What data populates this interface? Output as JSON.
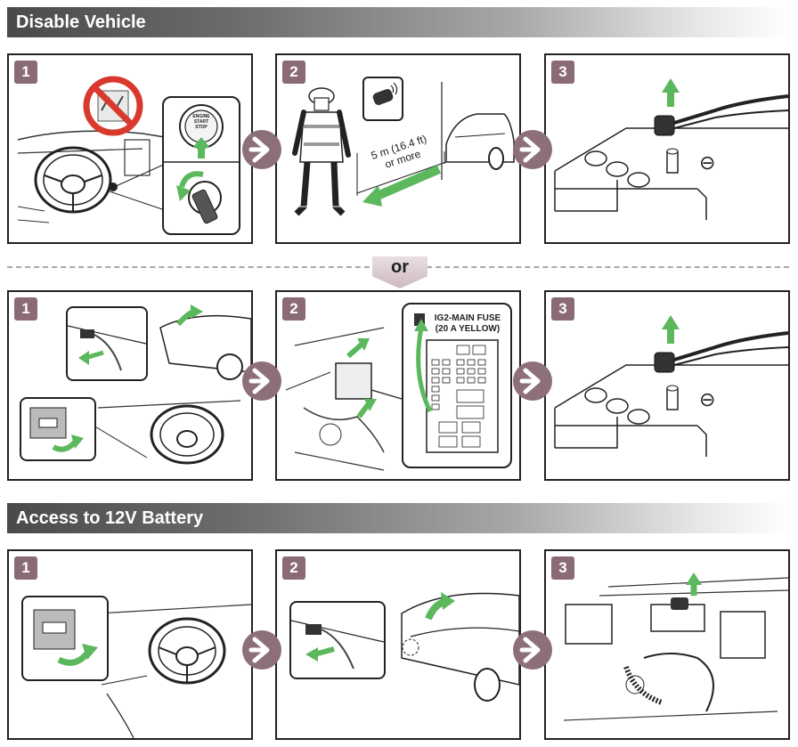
{
  "sections": {
    "disable_vehicle": {
      "title": "Disable Vehicle"
    },
    "access_battery": {
      "title": "Access to 12V Battery"
    }
  },
  "separator": {
    "label": "or"
  },
  "row1": {
    "step1": {
      "number": "1",
      "button_text_line1": "ENGINE",
      "button_text_line2": "START",
      "button_text_line3": "STOP"
    },
    "step2": {
      "number": "2",
      "distance_line1": "5 m (16.4 ft)",
      "distance_line2": "or more"
    },
    "step3": {
      "number": "3",
      "terminal_symbol": "⊖"
    }
  },
  "row2": {
    "step1": {
      "number": "1"
    },
    "step2": {
      "number": "2",
      "fuse_label_line1": "IG2-MAIN FUSE",
      "fuse_label_line2": "(20 A YELLOW)"
    },
    "step3": {
      "number": "3",
      "terminal_symbol": "⊖"
    }
  },
  "row3": {
    "step1": {
      "number": "1"
    },
    "step2": {
      "number": "2"
    },
    "step3": {
      "number": "3"
    }
  },
  "colors": {
    "accent_arrow": "#5cb85c",
    "step_badge": "#8a6a73",
    "next_arrow": "#8d6f78",
    "prohibit_red": "#d9382c"
  },
  "icons": [
    "next-step-arrow-icon",
    "prohibited-icon",
    "smart-key-icon",
    "up-arrow-icon",
    "negative-terminal-icon"
  ]
}
